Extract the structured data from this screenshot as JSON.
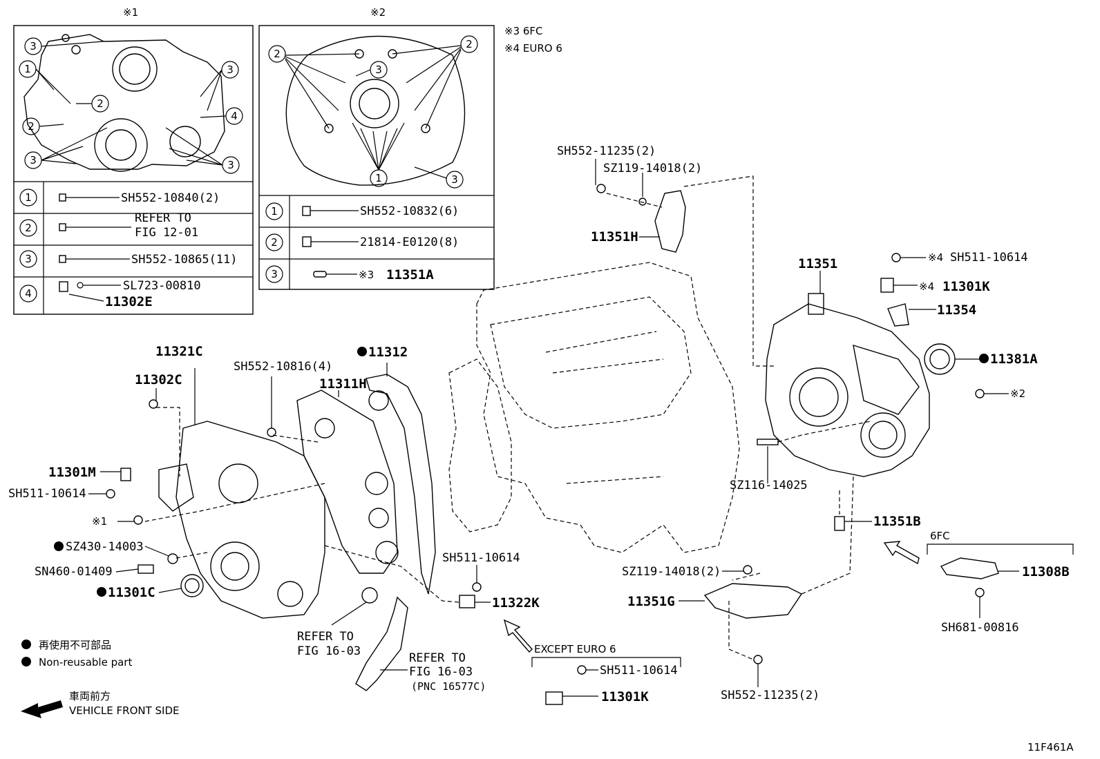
{
  "inset1": {
    "mark": "※1",
    "rows": [
      {
        "no": "1",
        "part": "SH552-10840(2)"
      },
      {
        "no": "2",
        "part": "REFER TO",
        "part2": "FIG 12-01"
      },
      {
        "no": "3",
        "part": "SH552-10865(11)"
      },
      {
        "no": "4",
        "part": "SL723-00810",
        "part2": "11302E"
      }
    ]
  },
  "inset2": {
    "mark": "※2",
    "rows": [
      {
        "no": "1",
        "part": "SH552-10832(6)"
      },
      {
        "no": "2",
        "part": "21814-E0120(8)"
      },
      {
        "no": "3",
        "mark": "※3",
        "part": "11351A"
      }
    ]
  },
  "notes": {
    "n3": "※3 6FC",
    "n4": "※4 EURO 6"
  },
  "labels": {
    "sh552_11235_top": "SH552-11235(2)",
    "sz119_14018_top": "SZ119-14018(2)",
    "p11351H": "11351H",
    "p11351": "11351",
    "sh511_10614_top_mark": "※4",
    "sh511_10614_top": "SH511-10614",
    "p11301K_top_mark": "※4",
    "p11301K_top": "11301K",
    "p11354": "11354",
    "p11381A": "11381A",
    "mark2_right": "※2",
    "sz116_14025": "SZ116-14025",
    "p11351B": "11351B",
    "sixfc": "6FC",
    "p11308B": "11308B",
    "sh681_00816": "SH681-00816",
    "sz119_14018_bot": "SZ119-14018(2)",
    "p11351G": "11351G",
    "sh552_11235_bot": "SH552-11235(2)",
    "except_euro6": "EXCEPT EURO 6",
    "sh511_10614_bot": "SH511-10614",
    "p11301K_bot": "11301K",
    "p11321C": "11321C",
    "p11302C": "11302C",
    "sh552_10816": "SH552-10816(4)",
    "p11311H": "11311H",
    "p11312": "11312",
    "p11301M": "11301M",
    "sh511_10614_left": "SH511-10614",
    "mark1_left": "※1",
    "sz430_14003": "SZ430-14003",
    "sn460_01409": "SN460-01409",
    "p11301C": "11301C",
    "sh511_10614_mid": "SH511-10614",
    "p11322K": "11322K",
    "refer_a1": "REFER TO",
    "refer_a2": "FIG 16-03",
    "refer_b1": "REFER TO",
    "refer_b2": "FIG 16-03",
    "refer_b3": "(PNC 16577C)"
  },
  "legend": {
    "nonreuse_jp": "再使用不可部品",
    "nonreuse_en": "Non-reusable part",
    "front_jp": "車両前方",
    "front_en": "VEHICLE FRONT SIDE"
  },
  "figure_id": "11F461A"
}
